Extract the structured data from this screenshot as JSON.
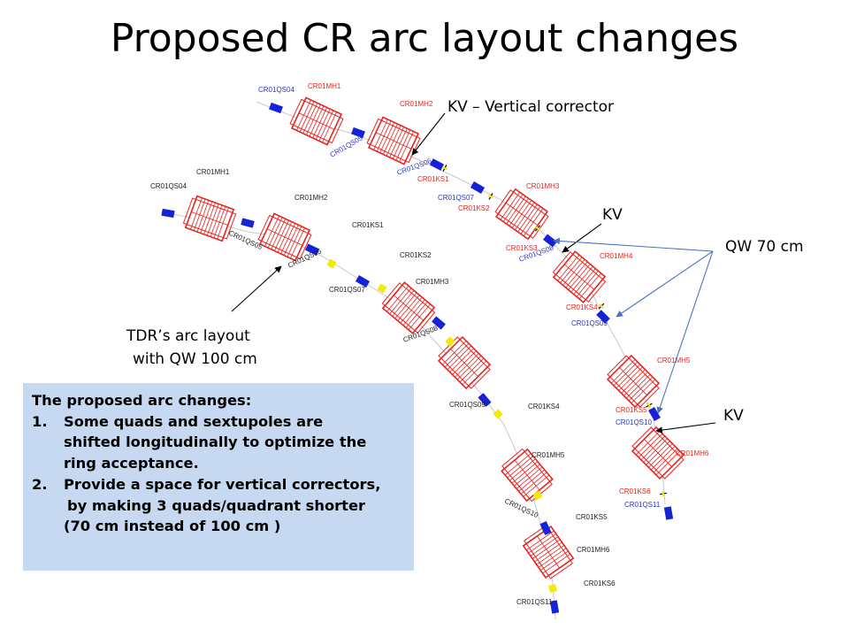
{
  "title": "Proposed CR arc layout changes",
  "callouts": {
    "kv_vertical": "KV – Vertical corrector",
    "kv_1": "KV",
    "qw70": "QW 70 cm",
    "kv_2": "KV",
    "tdr_line1": "TDR’s arc layout",
    "tdr_line2": "with QW 100 cm"
  },
  "infobox": {
    "heading": "The proposed arc changes:",
    "items": [
      {
        "num": "1.",
        "lines": [
          "Some quads and sextupoles are",
          "shifted longitudinally to optimize the",
          "ring acceptance."
        ]
      },
      {
        "num": "2.",
        "lines": [
          "Provide a space for vertical correctors,",
          "by making 3 quads/quadrant shorter",
          "(70 cm instead of 100 cm )"
        ]
      }
    ]
  },
  "element_labels": {
    "new": [
      "CR01QS04",
      "CR01MH1",
      "CR01MH2",
      "CR01QS05",
      "CR01QS06",
      "CR01KS1",
      "CR01QS07",
      "CR01KS2",
      "CR01MH3",
      "CR01KS3",
      "CR01QS08",
      "CR01MH4",
      "CR01KS4",
      "CR01QS09",
      "CR01MH5",
      "CR01KS5",
      "CR01QS10",
      "CR01MH6",
      "CR01KS6",
      "CR01QS11"
    ],
    "old": [
      "CR01MH1",
      "CR01QS04",
      "CR01MH2",
      "CR01QS05",
      "CR01QS06",
      "CR01KS1",
      "CR01KS2",
      "CR01QS07",
      "CR01MH3",
      "CR01QS08",
      "CR01QS09",
      "CR01KS4",
      "CR01MH5",
      "CR01QS10",
      "CR01KS5",
      "CR01MH6",
      "CR01KS6",
      "CR01QS11"
    ]
  },
  "colors": {
    "dipole": "#e8231f",
    "quad": "#1622d6",
    "sextupole": "#f2ea00",
    "new_label": "#2b35c8",
    "box": "#c6d9f0",
    "pointer": "#4a72c4"
  }
}
